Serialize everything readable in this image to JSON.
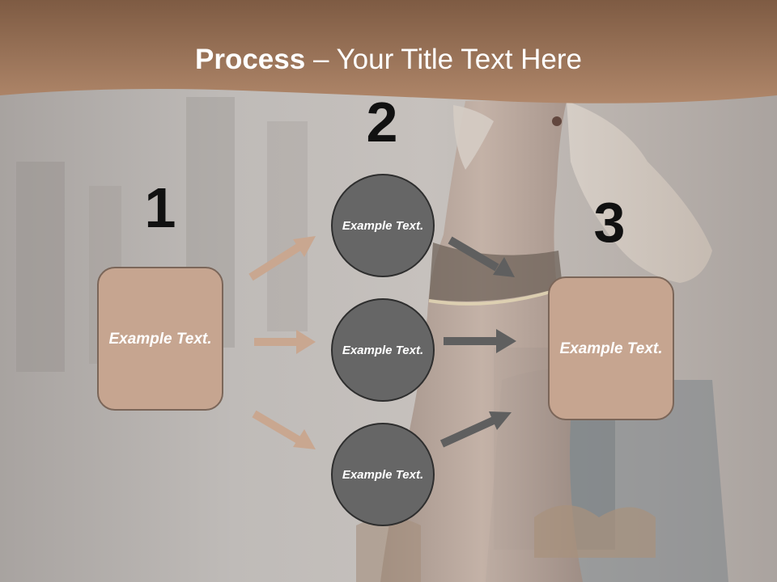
{
  "title": {
    "bold": "Process",
    "rest": " – Your Title Text Here"
  },
  "steps": [
    {
      "number": "1",
      "label": "Example Text."
    },
    {
      "number": "2",
      "label": "Example Text."
    },
    {
      "number": "3",
      "label": "Example Text."
    }
  ],
  "middle_circles": [
    {
      "label": "Example Text."
    },
    {
      "label": "Example Text."
    },
    {
      "label": "Example Text."
    }
  ],
  "colors": {
    "header": "#9a7258",
    "box_fill": "#c6a590",
    "box_border": "#7b6659",
    "circle_fill": "#666666",
    "circle_border": "#2e2e2e",
    "left_arrows": "#c9a790",
    "right_arrows": "#5f5f5f"
  }
}
